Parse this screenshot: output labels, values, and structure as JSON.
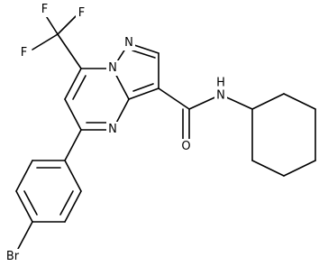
{
  "molecule": {
    "atoms": {
      "f1": "F",
      "f2": "F",
      "f3": "F",
      "n_bridge": "N",
      "n_pyrazole": "N",
      "n_pyrimidine": "N",
      "o_carbonyl": "O",
      "nh_amide": "N",
      "h_amide": "H",
      "br": "Br"
    }
  }
}
